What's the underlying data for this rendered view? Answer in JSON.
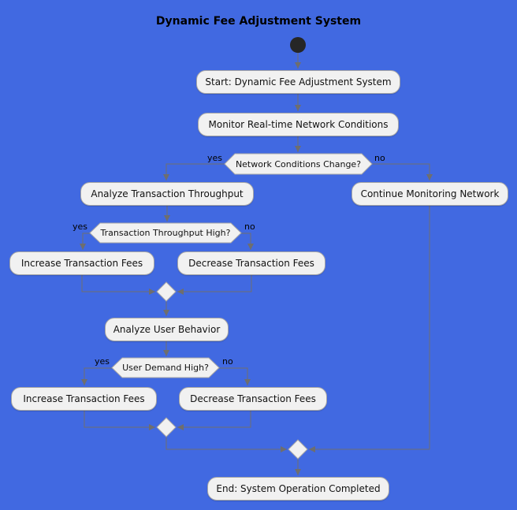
{
  "diagram": {
    "title": "Dynamic Fee Adjustment System",
    "type": "flowchart",
    "colors": {
      "background": "#4169e1",
      "node_fill": "#f1f1f1",
      "node_border": "#a6a6a6",
      "connector": "#6e6e6e",
      "text": "#111111",
      "start_fill": "#262626"
    },
    "branch_labels": {
      "yes": "yes",
      "no": "no"
    },
    "nodes": {
      "start_circle": {
        "type": "start",
        "label": ""
      },
      "start": {
        "type": "activity",
        "label": "Start: Dynamic Fee Adjustment System"
      },
      "monitor": {
        "type": "activity",
        "label": "Monitor Real-time Network Conditions"
      },
      "cond_network": {
        "type": "decision",
        "label": "Network Conditions Change?"
      },
      "analyze_throughput": {
        "type": "activity",
        "label": "Analyze Transaction Throughput"
      },
      "continue_monitoring": {
        "type": "activity",
        "label": "Continue Monitoring Network"
      },
      "cond_throughput": {
        "type": "decision",
        "label": "Transaction Throughput High?"
      },
      "increase_fees_1": {
        "type": "activity",
        "label": "Increase Transaction Fees"
      },
      "decrease_fees_1": {
        "type": "activity",
        "label": "Decrease Transaction Fees"
      },
      "merge_1": {
        "type": "merge",
        "label": ""
      },
      "analyze_behavior": {
        "type": "activity",
        "label": "Analyze User Behavior"
      },
      "cond_demand": {
        "type": "decision",
        "label": "User Demand High?"
      },
      "increase_fees_2": {
        "type": "activity",
        "label": "Increase Transaction Fees"
      },
      "decrease_fees_2": {
        "type": "activity",
        "label": "Decrease Transaction Fees"
      },
      "merge_2": {
        "type": "merge",
        "label": ""
      },
      "merge_3": {
        "type": "merge",
        "label": ""
      },
      "end": {
        "type": "activity",
        "label": "End: System Operation Completed"
      }
    },
    "edges": [
      {
        "from": "start_circle",
        "to": "start",
        "label": ""
      },
      {
        "from": "start",
        "to": "monitor",
        "label": ""
      },
      {
        "from": "monitor",
        "to": "cond_network",
        "label": ""
      },
      {
        "from": "cond_network",
        "to": "analyze_throughput",
        "label": "yes"
      },
      {
        "from": "cond_network",
        "to": "continue_monitoring",
        "label": "no"
      },
      {
        "from": "analyze_throughput",
        "to": "cond_throughput",
        "label": ""
      },
      {
        "from": "cond_throughput",
        "to": "increase_fees_1",
        "label": "yes"
      },
      {
        "from": "cond_throughput",
        "to": "decrease_fees_1",
        "label": "no"
      },
      {
        "from": "increase_fees_1",
        "to": "merge_1",
        "label": ""
      },
      {
        "from": "decrease_fees_1",
        "to": "merge_1",
        "label": ""
      },
      {
        "from": "merge_1",
        "to": "analyze_behavior",
        "label": ""
      },
      {
        "from": "analyze_behavior",
        "to": "cond_demand",
        "label": ""
      },
      {
        "from": "cond_demand",
        "to": "increase_fees_2",
        "label": "yes"
      },
      {
        "from": "cond_demand",
        "to": "decrease_fees_2",
        "label": "no"
      },
      {
        "from": "increase_fees_2",
        "to": "merge_2",
        "label": ""
      },
      {
        "from": "decrease_fees_2",
        "to": "merge_2",
        "label": ""
      },
      {
        "from": "merge_2",
        "to": "merge_3",
        "label": ""
      },
      {
        "from": "continue_monitoring",
        "to": "merge_3",
        "label": ""
      },
      {
        "from": "merge_3",
        "to": "end",
        "label": ""
      }
    ]
  }
}
